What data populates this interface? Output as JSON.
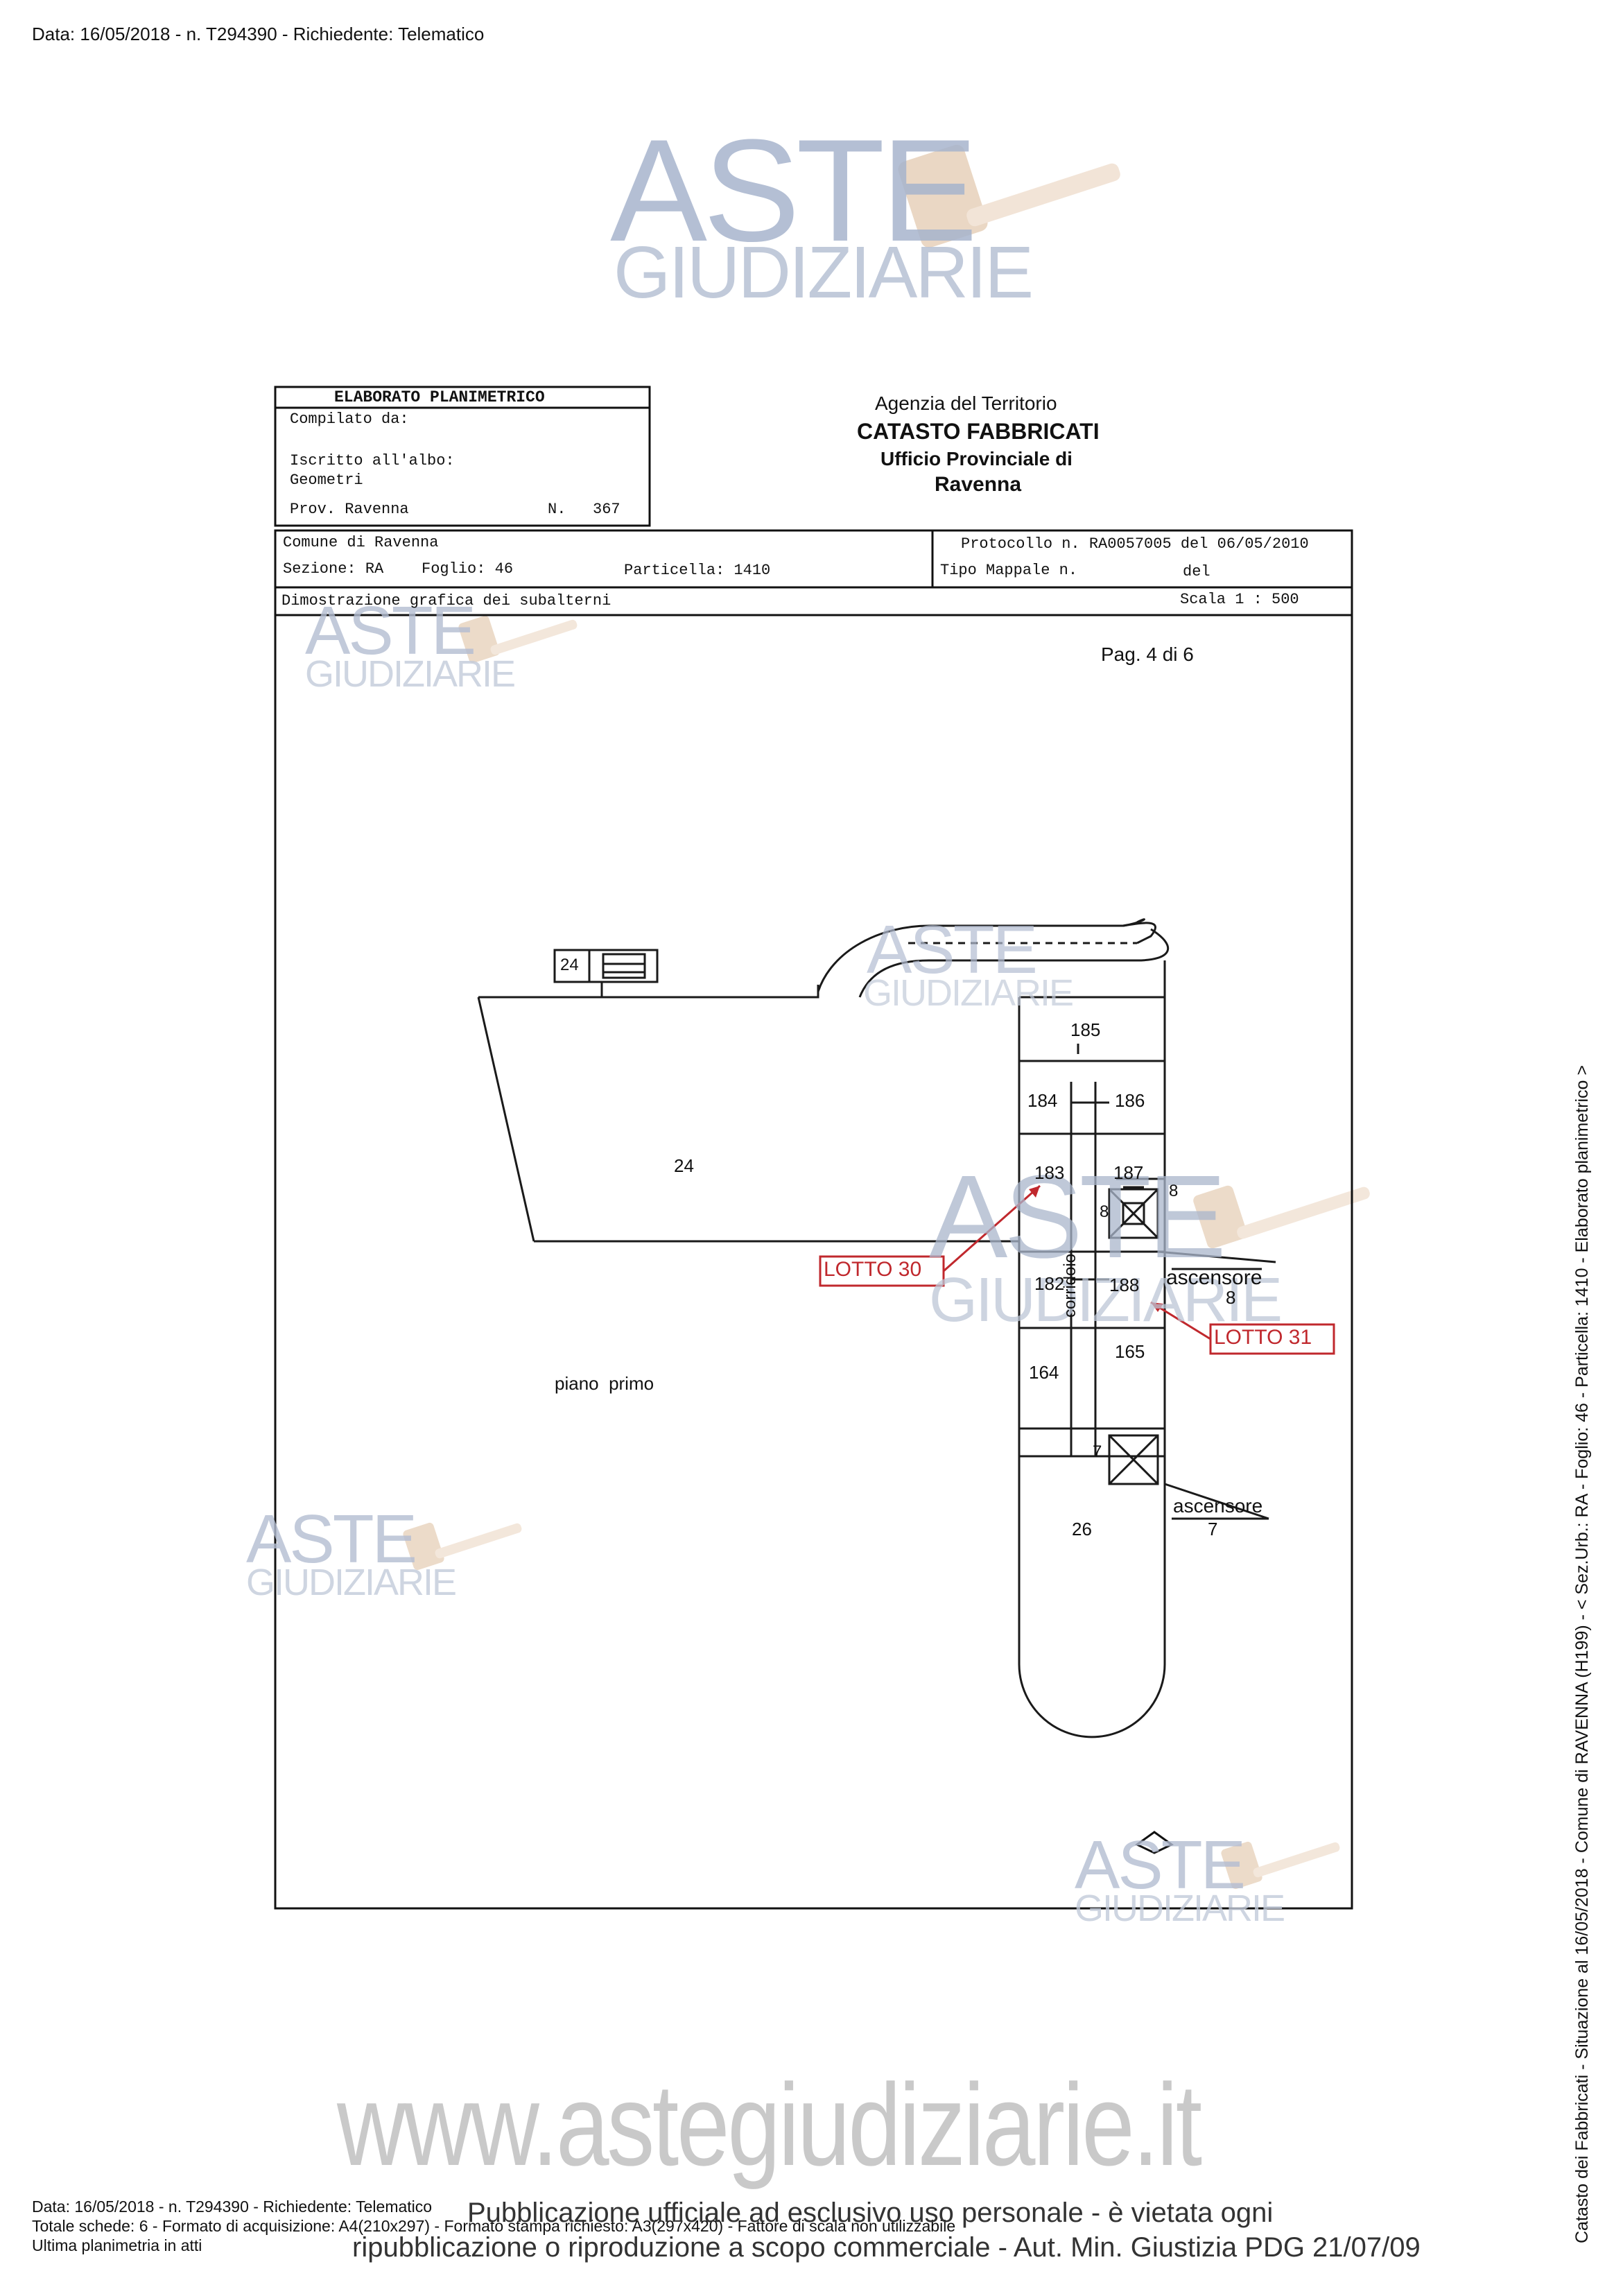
{
  "header": {
    "line": "Data: 16/05/2018 - n. T294390 - Richiedente: Telematico"
  },
  "watermark": {
    "line1": "ASTE",
    "line2": "GIUDIZIARIE"
  },
  "cartiglio": {
    "title": "ELABORATO PLANIMETRICO",
    "compilato": "Compilato da:",
    "iscritto": "Iscritto all'albo:",
    "albo": "Geometri",
    "prov": "Prov. Ravenna",
    "n_label": "N.",
    "n_value": "367",
    "agenzia": "Agenzia del Territorio",
    "catasto": "CATASTO FABBRICATI",
    "ufficio": "Ufficio Provinciale di",
    "citta": "Ravenna",
    "comune": "Comune di Ravenna",
    "sezione": "Sezione: RA",
    "foglio": "Foglio: 46",
    "particella": "Particella: 1410",
    "protocollo": "Protocollo n. RA0057005 del 06/05/2010",
    "tipo_mappale": "Tipo Mappale n.",
    "del": "del",
    "dimostrazione": "Dimostrazione grafica dei subalterni",
    "scala": "Scala 1 : 500"
  },
  "plan": {
    "page": "Pag. 4 di 6",
    "labels": {
      "u24_small": "24",
      "u24": "24",
      "u185": "185",
      "u184": "184",
      "u186": "186",
      "u183": "183",
      "u187": "187",
      "u8a": "8",
      "u8b": "8",
      "u8c": "8",
      "u182": "182",
      "u188": "188",
      "u165": "165",
      "u164": "164",
      "u7a": "7",
      "u7b": "7",
      "u26": "26",
      "corridoio": "corridoio",
      "ascensore1": "ascensore",
      "ascensore2": "ascensore",
      "piano": "piano  primo"
    },
    "lotto30": "LOTTO 30",
    "lotto31": "LOTTO 31",
    "accent": "#c0282d"
  },
  "side": {
    "text": "Catasto dei Fabbricati - Situazione al 16/05/2018 - Comune di RAVENNA (H199) - < Sez.Urb.: RA - Foglio: 46 - Particella: 1410 - Elaborato planimetrico >"
  },
  "footer": {
    "line1": "Data: 16/05/2018 - n. T294390 - Richiedente: Telematico",
    "line2": "Totale schede: 6 - Formato di acquisizione: A4(210x297) - Formato stampa richiesto: A3(297x420) - Fattore di scala non utilizzabile",
    "line3": "Ultima planimetria in atti",
    "note1": "Pubblicazione ufficiale ad esclusivo uso personale - è vietata ogni",
    "note2": "ripubblicazione o riproduzione a scopo commerciale - Aut. Min. Giustizia PDG 21/07/09",
    "website": "www.astegiudiziarie.it"
  }
}
